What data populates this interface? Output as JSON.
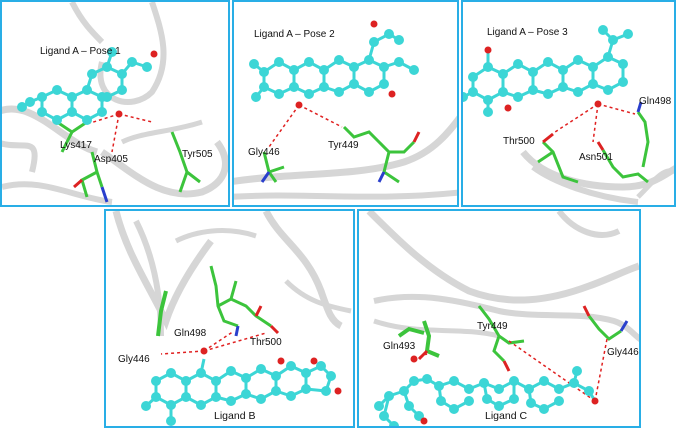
{
  "colors": {
    "border": "#29aee6",
    "ligand": "#3cd6d6",
    "residue": "#3cc43c",
    "oxygen": "#dd2222",
    "nitrogen": "#2a3fcc",
    "ribbon": "#d6d6d6",
    "hbond": "#e02020"
  },
  "panels": [
    {
      "title": "Ligand A – Pose 1",
      "labels": [
        "Lys417",
        "Asp405",
        "Tyr505"
      ]
    },
    {
      "title": "Ligand A – Pose 2",
      "labels": [
        "Gly446",
        "Tyr449"
      ]
    },
    {
      "title": "Ligand A – Pose 3",
      "labels": [
        "Gln498",
        "Thr500",
        "Asn501"
      ]
    },
    {
      "title": "Ligand B",
      "labels": [
        "Gln498",
        "Gly446",
        "Thr500"
      ]
    },
    {
      "title": "Ligand C",
      "labels": [
        "Tyr449",
        "Gln493",
        "Gly446"
      ]
    }
  ]
}
